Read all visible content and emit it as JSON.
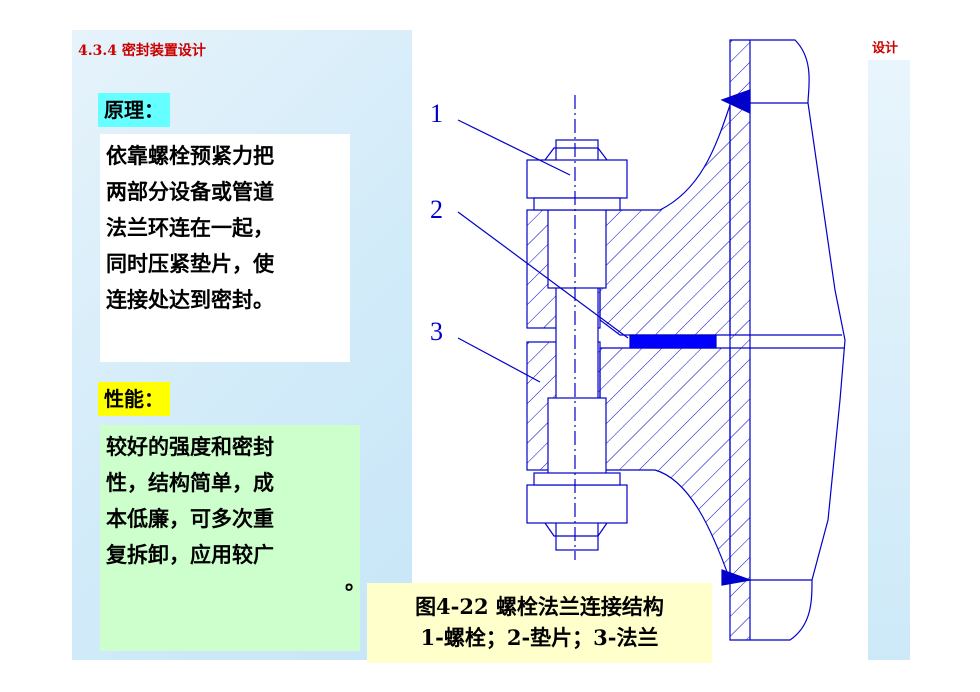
{
  "section_title": "4.3.4 密封装置设计",
  "corner_title": "设计",
  "principle": {
    "tag": "原理：",
    "lines": [
      "依靠螺栓预紧力把",
      "两部分设备或管道",
      "法兰环连在一起，",
      "同时压紧垫片，使",
      "连接处达到密封。"
    ]
  },
  "performance": {
    "tag": "性能：",
    "lines": [
      "较好的强度和密封",
      "性，结构简单，成",
      "本低廉，可多次重",
      "复拆卸，应用较广"
    ],
    "trailing_mark": "。"
  },
  "figure": {
    "caption_line1": "图4-22 螺栓法兰连接结构",
    "caption_line2": "1-螺栓；2-垫片；3-法兰",
    "labels": [
      "1",
      "2",
      "3"
    ],
    "colors": {
      "line": "#0000cc",
      "gasket": "#0000ff"
    }
  }
}
